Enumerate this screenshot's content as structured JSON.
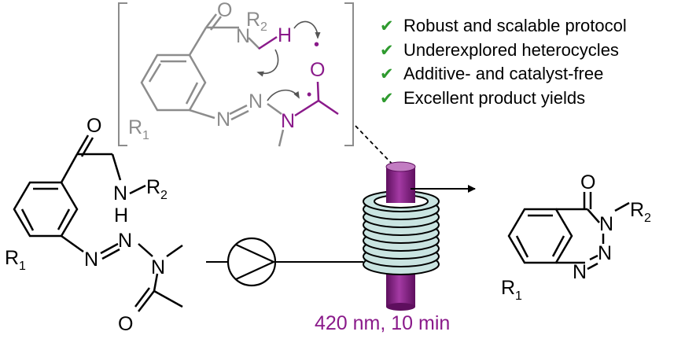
{
  "colors": {
    "bond": "#000000",
    "mechanism": "#8c8c8c",
    "highlight": "#8a1a8a",
    "check": "#2e9a2e",
    "coil_fill": "#c9e4e1"
  },
  "features": [
    {
      "icon": "checkmark-icon",
      "text": "Robust and scalable protocol"
    },
    {
      "icon": "checkmark-icon",
      "text": "Underexplored heterocycles"
    },
    {
      "icon": "checkmark-icon",
      "text": "Additive- and catalyst-free"
    },
    {
      "icon": "checkmark-icon",
      "text": "Excellent product yields"
    }
  ],
  "condition": "420 nm, 10 min",
  "atoms": {
    "O": "O",
    "N": "N",
    "H": "H",
    "R": "R",
    "sub1": "1",
    "sub2": "2",
    "radical": "•"
  }
}
